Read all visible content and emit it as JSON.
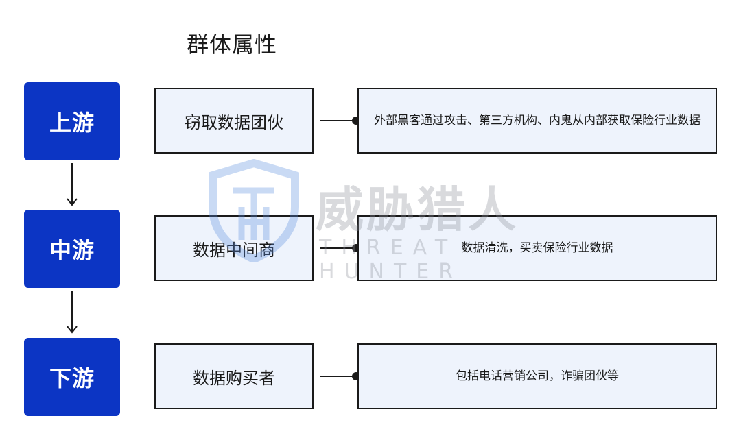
{
  "title": "群体属性",
  "stages": [
    {
      "label": "上游",
      "group": "窃取数据团伙",
      "description": "外部黑客通过攻击、第三方机构、内鬼从内部获取保险行业数据"
    },
    {
      "label": "中游",
      "group": "数据中间商",
      "description": "数据清洗，买卖保险行业数据"
    },
    {
      "label": "下游",
      "group": "数据购买者",
      "description": "包括电话营销公司，诈骗团伙等"
    }
  ],
  "watermark": {
    "cn": "威胁猎人",
    "en": "THREAT HUNTER"
  },
  "colors": {
    "stage_fill": "#0c35c4",
    "box_fill": "#eef3fc",
    "line": "#1a1a1a"
  }
}
